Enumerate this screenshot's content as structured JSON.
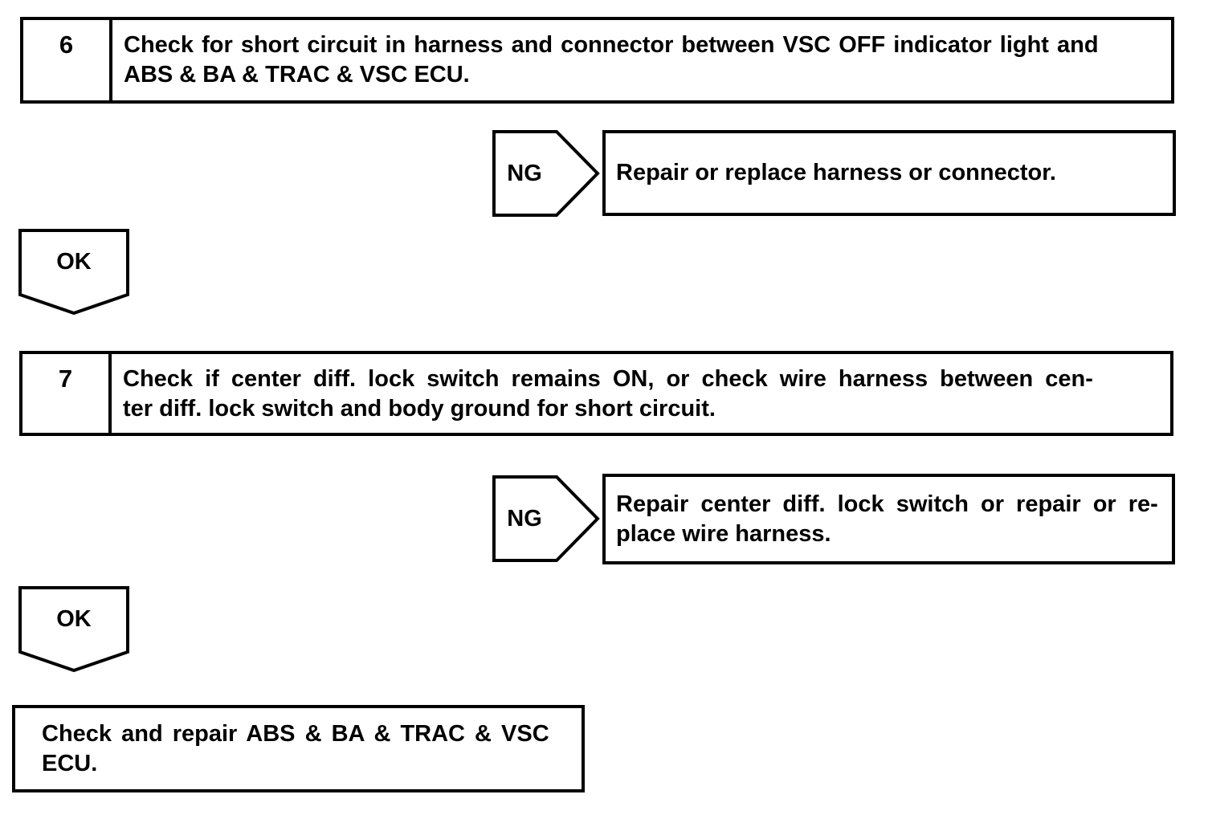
{
  "colors": {
    "ink": "#000000",
    "paper": "#ffffff"
  },
  "flowchart": {
    "ng_label": "NG",
    "ok_label": "OK",
    "steps": [
      {
        "number": "6",
        "lines": [
          "Check for short circuit in harness and connector between VSC OFF indicator light and",
          "ABS & BA & TRAC & VSC ECU."
        ],
        "ng_result_lines": [
          "Repair or replace harness or connector."
        ]
      },
      {
        "number": "7",
        "lines": [
          "Check if center diff. lock switch remains ON, or check wire harness between cen-",
          "ter diff. lock switch and body ground for short circuit."
        ],
        "ng_result_lines": [
          "Repair center diff. lock switch or repair or re-",
          "place wire harness."
        ]
      }
    ],
    "final_action_lines": [
      "Check and repair ABS & BA & TRAC & VSC",
      "ECU."
    ]
  }
}
